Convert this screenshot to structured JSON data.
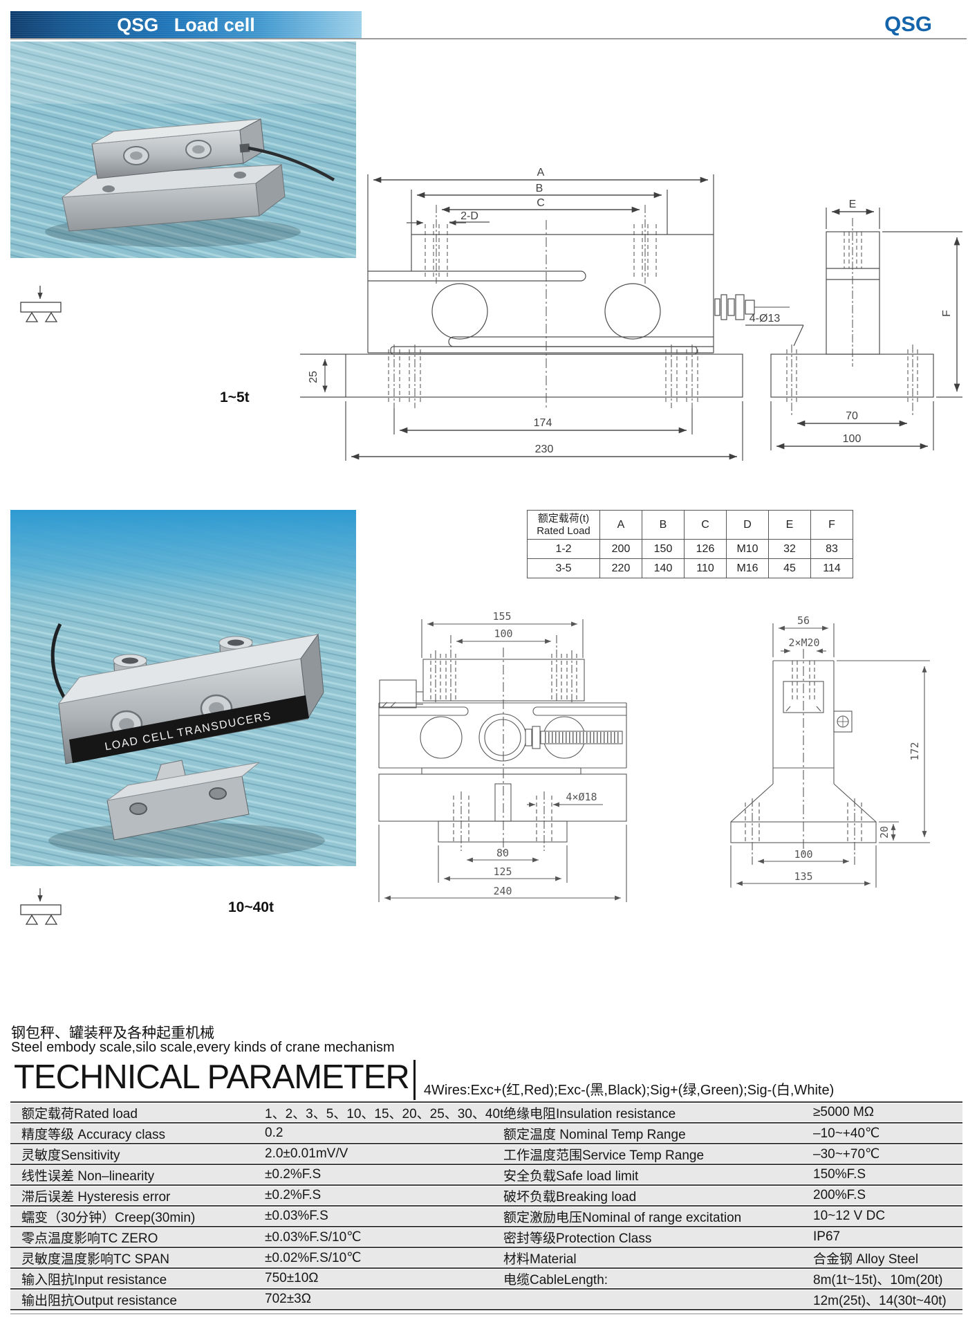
{
  "colors": {
    "banner_blue": "#1d74b8",
    "brand_blue": "#1464ac",
    "table_row_gray": "#e8e8e8",
    "separator_dark": "#3f3f3f",
    "photo_teal": "#8fc2d0"
  },
  "header": {
    "product_title": "QSG   Load cell",
    "brand": "QSG"
  },
  "photos": {
    "photo2_label": "LOAD CELL TRANSDUCERS"
  },
  "drawing1": {
    "range_label": "1~5t",
    "dim_a": "A",
    "dim_b": "B",
    "dim_c": "C",
    "dim_2d": "2-D",
    "holes": "4-Ø13",
    "base_height": "25",
    "span_174": "174",
    "span_230": "230",
    "dim_e": "E",
    "dim_f": "F",
    "span_70": "70",
    "span_100": "100"
  },
  "drawing2": {
    "range_label": "10~40t",
    "top_155": "155",
    "top_100": "100",
    "thread": "2×M20",
    "top_56": "56",
    "holes": "4×Ø18",
    "span_80": "80",
    "span_125": "125",
    "span_240": "240",
    "height_172": "172",
    "plate_20": "20",
    "base_100": "100",
    "base_135": "135"
  },
  "dim_table": {
    "header_cn": "额定载荷(t)",
    "header_en": "Rated Load",
    "cols": [
      "A",
      "B",
      "C",
      "D",
      "E",
      "F"
    ],
    "rows": [
      {
        "load": "1-2",
        "values": [
          "200",
          "150",
          "126",
          "M10",
          "32",
          "83"
        ]
      },
      {
        "load": "3-5",
        "values": [
          "220",
          "140",
          "110",
          "M16",
          "45",
          "114"
        ]
      }
    ]
  },
  "intro": {
    "cn": "钢包秤、罐装秤及各种起重机械",
    "en": "Steel embody scale,silo scale,every kinds of crane mechanism"
  },
  "tech_header": {
    "title": "TECHNICAL PARAMETER",
    "wires_note": "4Wires:Exc+(红,Red);Exc-(黑,Black);Sig+(绿,Green);Sig-(白,White)"
  },
  "params": {
    "rows": [
      {
        "l1": "额定载荷Rated load",
        "v1": "1、2、3、5、10、15、20、25、30、40t",
        "l2": "绝缘电阻Insulation resistance",
        "v2": "≥5000 MΩ"
      },
      {
        "l1": "精度等级 Accuracy class",
        "v1": "0.2",
        "l2": "额定温度 Nominal Temp Range",
        "v2": "–10~+40℃"
      },
      {
        "l1": "灵敏度Sensitivity",
        "v1": "2.0±0.01mV/V",
        "l2": "工作温度范围Service Temp Range",
        "v2": "–30~+70℃"
      },
      {
        "l1": "线性误差 Non–linearity",
        "v1": "±0.2%F.S",
        "l2": "安全负载Safe load limit",
        "v2": "150%F.S"
      },
      {
        "l1": "滞后误差 Hysteresis error",
        "v1": "±0.2%F.S",
        "l2": "破坏负载Breaking load",
        "v2": "200%F.S"
      },
      {
        "l1": "蠕变（30分钟）Creep(30min)",
        "v1": "±0.03%F.S",
        "l2": "额定激励电压Nominal of range excitation",
        "v2": "10~12 V DC"
      },
      {
        "l1": "零点温度影响TC ZERO",
        "v1": "±0.03%F.S/10℃",
        "l2": "密封等级Protection Class",
        "v2": "IP67"
      },
      {
        "l1": "灵敏度温度影响TC SPAN",
        "v1": "±0.02%F.S/10℃",
        "l2": "材料Material",
        "v2": "合金钢 Alloy Steel"
      },
      {
        "l1": "输入阻抗Input resistance",
        "v1": "750±10Ω",
        "l2": "电缆CableLength:",
        "v2": "8m(1t~15t)、10m(20t)"
      },
      {
        "l1": "输出阻抗Output resistance",
        "v1": "702±3Ω",
        "l2": "",
        "v2": "12m(25t)、14(30t~40t)"
      }
    ]
  }
}
